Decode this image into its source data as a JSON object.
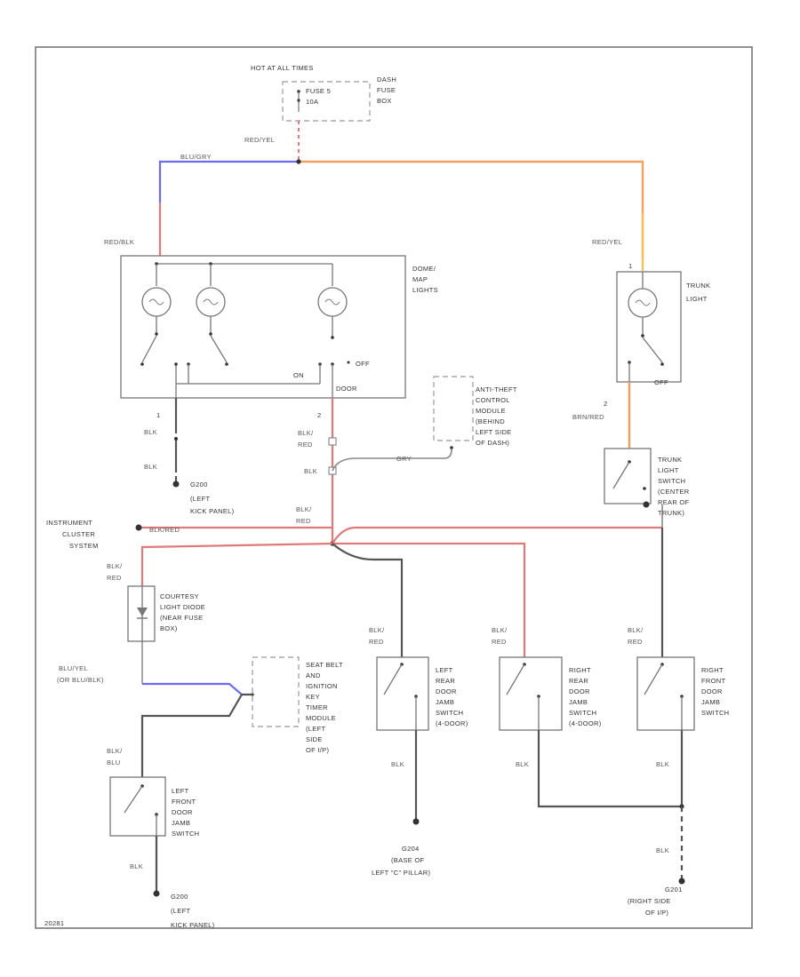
{
  "power": {
    "hot_label": "HOT AT ALL TIMES",
    "fuse_label": "FUSE 5",
    "fuse_amp": "10A",
    "fuse_box_label": [
      "DASH",
      "FUSE",
      "BOX"
    ]
  },
  "wires": {
    "red_yel_top": "RED/YEL",
    "blu_grey": "BLU/GRY",
    "red_blk": "RED/BLK",
    "red_yel_trunk": "RED/YEL",
    "brn_red": "BRN/RED",
    "blk_1": "BLK",
    "blk_2": "BLK",
    "blk_red_door": [
      "BLK/",
      "RED"
    ],
    "blk_3": "BLK",
    "gry": "GRY",
    "blk_red_mid": [
      "BLK/",
      "RED"
    ],
    "blk_red_ic": "BLK/RED",
    "blk_red_courtesy": [
      "BLK/",
      "RED"
    ],
    "blu_yel": [
      "BLU/YEL",
      "(OR BLU/BLK)"
    ],
    "blk_blu": [
      "BLK/",
      "BLU"
    ],
    "blk_left_front": "BLK",
    "blk_red_lr": [
      "BLK/",
      "RED"
    ],
    "blk_red_rr": [
      "BLK/",
      "RED"
    ],
    "blk_red_rf": [
      "BLK/",
      "RED"
    ],
    "blk_lr": "BLK",
    "blk_rr": "BLK",
    "blk_rf": "BLK",
    "blk_g201": "BLK"
  },
  "components": {
    "dome_map": [
      "DOME/",
      "MAP",
      "LIGHTS"
    ],
    "on_label": "ON",
    "off_label": "OFF",
    "door_label": "DOOR",
    "trunk_light": [
      "TRUNK",
      "LIGHT"
    ],
    "trunk_off": "OFF",
    "anti_theft": [
      "ANTI-THEFT",
      "CONTROL",
      "MODULE",
      "(BEHIND",
      "LEFT SIDE",
      "OF DASH)"
    ],
    "trunk_switch": [
      "TRUNK",
      "LIGHT",
      "SWITCH",
      "(CENTER",
      "REAR OF",
      "TRUNK)"
    ],
    "instrument_cluster": [
      "INSTRUMENT",
      "CLUSTER",
      "SYSTEM"
    ],
    "courtesy_diode": [
      "COURTESY",
      "LIGHT DIODE",
      "(NEAR FUSE",
      "BOX)"
    ],
    "seat_belt": [
      "SEAT BELT",
      "AND",
      "IGNITION",
      "KEY",
      "TIMER",
      "MODULE",
      "(LEFT",
      "SIDE",
      "OF I/P)"
    ],
    "left_rear_door": [
      "LEFT",
      "REAR",
      "DOOR",
      "JAMB",
      "SWITCH",
      "(4-DOOR)"
    ],
    "right_rear_door": [
      "RIGHT",
      "REAR",
      "DOOR",
      "JAMB",
      "SWITCH",
      "(4-DOOR)"
    ],
    "right_front_door": [
      "RIGHT",
      "FRONT",
      "DOOR",
      "JAMB",
      "SWITCH"
    ],
    "left_front_door": [
      "LEFT",
      "FRONT",
      "DOOR",
      "JAMB",
      "SWITCH"
    ]
  },
  "pins": {
    "p1_dome": "1",
    "p2_dome": "2",
    "p1_trunk": "1",
    "p2_trunk": "2"
  },
  "grounds": {
    "g200_top": [
      "G200",
      "(LEFT",
      "KICK PANEL)"
    ],
    "g204": [
      "G204",
      "(BASE OF",
      "LEFT \"C\" PILLAR)"
    ],
    "g201": [
      "G201",
      "(RIGHT SIDE",
      "OF I/P)"
    ],
    "g200_bottom": [
      "G200",
      "(LEFT",
      "KICK PANEL)"
    ]
  },
  "footer": {
    "code": "20281"
  }
}
